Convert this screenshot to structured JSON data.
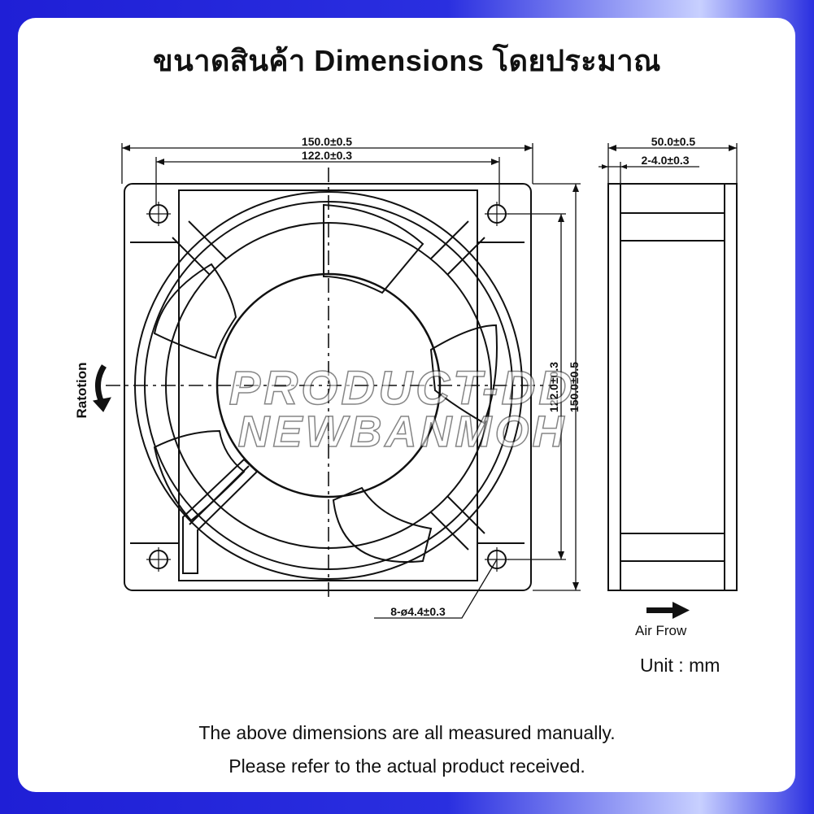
{
  "title": "ขนาดสินค้า Dimensions โดยประมาณ",
  "diagram": {
    "dim_width_outer": "150.0±0.5",
    "dim_width_holes": "122.0±0.3",
    "dim_height_holes": "122.0±0.3",
    "dim_height_outer": "150.0±0.5",
    "dim_depth": "50.0±0.5",
    "dim_flange": "2-4.0±0.3",
    "dim_hole_dia": "8-ø4.4±0.3",
    "rotation_label": "Ratotion",
    "airflow_label": "Air Frow",
    "watermark_line1": "PRODUCT-DD",
    "watermark_line2": "NEWBANMOH"
  },
  "unit": "Unit : mm",
  "notes": [
    "The above dimensions are all measured manually.",
    "Please refer to the actual product received."
  ]
}
